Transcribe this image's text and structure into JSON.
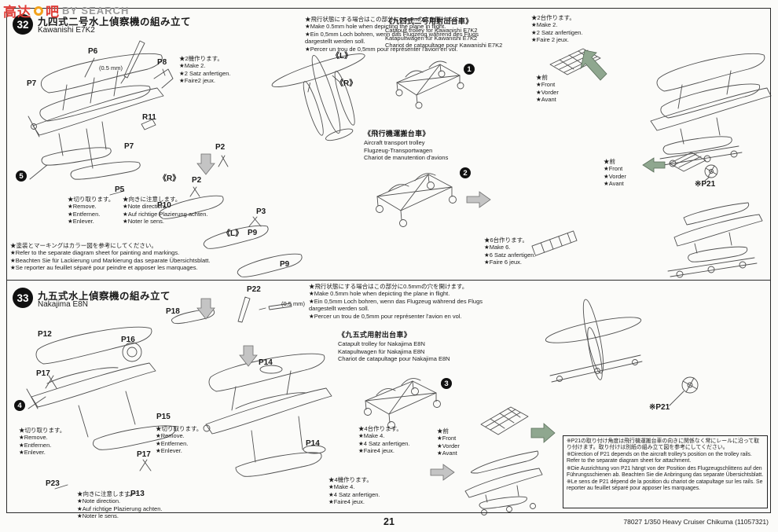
{
  "watermark": {
    "cn_left": "高达",
    "cn_right": "吧",
    "en": "BY SEARCH"
  },
  "footer": {
    "page_number": "21",
    "product_code": "78027 1/350 Heavy Cruiser Chikuma (11057321)"
  },
  "colors": {
    "line_art": "#4f4f4f",
    "watermark_red": "#e03c36",
    "watermark_orange": "#f2a21c",
    "watermark_grey": "#9a9a9a",
    "etch_arrow_green": "#8fa78f",
    "assembly_arrow_grey": "#c4c4c4"
  },
  "step32": {
    "badge": "32",
    "title_jp": "九四式二号水上偵察機の組み立て",
    "title_en": "Kawanishi E7K2",
    "labels": {
      "p6": "P6",
      "p8": "P8",
      "p7a": "P7",
      "r11": "R11",
      "p7b": "P7",
      "p5": "P5",
      "mm": "(0.5 mm)",
      "p2a": "P2",
      "r_mark1": "《R》",
      "p2b": "P2",
      "p10": "P10",
      "p3": "P3",
      "l_mark1": "《L》",
      "p9a": "P9",
      "p9b": "P9",
      "l_mark2": "《L》",
      "r_mark2": "《R》",
      "p21": "※P21"
    }
  },
  "step33": {
    "badge": "33",
    "title_jp": "九五式水上偵察機の組み立て",
    "title_en": "Nakajima E8N",
    "labels": {
      "p22": "P22",
      "p18": "P18",
      "mm": "(0.5 mm)",
      "p12": "P12",
      "p16": "P16",
      "p17a": "P17",
      "p15": "P15",
      "p17b": "P17",
      "p23": "P23",
      "p13": "P13",
      "p14a": "P14",
      "p14b": "P14",
      "p21": "※P21"
    }
  },
  "markers": {
    "m1": "1",
    "m2": "2",
    "m3": "3",
    "m4": "4",
    "m5": "5"
  },
  "notes": {
    "hole": [
      "★飛行状態にする場合はこの部分に0.5mmの穴を開けます。",
      "★Make 0.5mm hole when depicting the plane in flight.",
      "★Ein 0,5mm Loch bohren, wenn das Flugzeug während des Flugs dargestellt werden soll.",
      "★Percer un trou de 0,5mm pour représenter l'avion en vol."
    ],
    "remove": [
      "★切り取ります。",
      "★Remove.",
      "★Entfernen.",
      "★Enlever."
    ],
    "direction": [
      "★向きに注意します。",
      "★Note direction.",
      "★Auf richtige Plazierung achten.",
      "★Noter le sens."
    ],
    "make2_planes": [
      "★2機作ります。",
      "★Make 2.",
      "★2 Satz anfertigen.",
      "★Faire2 jeux."
    ],
    "make2_trolleys": [
      "★2台作ります。",
      "★Make 2.",
      "★2 Satz anfertigen.",
      "★Faire 2 jeux."
    ],
    "make6_trolleys": [
      "★6台作ります。",
      "★Make 6.",
      "★6 Satz anfertigen.",
      "★Faire 6 jeux."
    ],
    "make4_trolleys": [
      "★4台作ります。",
      "★Make 4.",
      "★4 Satz anfertigen.",
      "★Faire4 jeux."
    ],
    "make4_planes": [
      "★4機作ります。",
      "★Make 4.",
      "★4 Satz anfertigen.",
      "★Faire4 jeux."
    ],
    "front": [
      "★前",
      "★Front",
      "★Vorder",
      "★Avant"
    ],
    "painting": [
      "★塗装とマーキングはカラー図を参考にしてください。",
      "★Refer to the separate diagram sheet for painting and markings.",
      "★Beachten Sie für Lackierung und Markierung das separate Übersichtsblatt.",
      "★Se reporter au feuillet séparé pour peindre et apposer les marquages."
    ],
    "catapult32": [
      "《九四式二号用射出台車》",
      "Catapult trolley for Kawanishi E7K2",
      "Katapultwagen für Kawanishi E7K2",
      "Chariot de catapultage pour Kawanishi E7K2"
    ],
    "transport": [
      "《飛行機運搬台車》",
      "Aircraft transport trolley",
      "Flugzeug-Transportwagen",
      "Chariot de manutention d'avions"
    ],
    "catapult33": [
      "《九五式用射出台車》",
      "Catapult trolley for Nakajima E8N",
      "Katapultwagen für Nakajima E8N",
      "Chariot de catapultage pour Nakajima E8N"
    ]
  },
  "p21_box": {
    "jp": "※P21の取り付け角度は飛行機運搬台車の向きに関係なく常にレールに沿って取り付けます。取り付けは別紙の組み立て図を参考にしてください。",
    "en": "※Direction of P21 depends on the aircraft trolley's position on the trolley rails. Refer to the separate diagram sheet for attachment.",
    "de": "※Die Ausrichtung von P21 hängt von der Position des Flugzeugschlittens auf den Führungsschienen ab. Beachten Sie die Anbringung das separate Übersichtsblatt.",
    "fr": "※Le sens de P21 dépend de la position du chariot de catapultage sur les rails. Se reporter au feuillet séparé pour apposer les marquages."
  }
}
